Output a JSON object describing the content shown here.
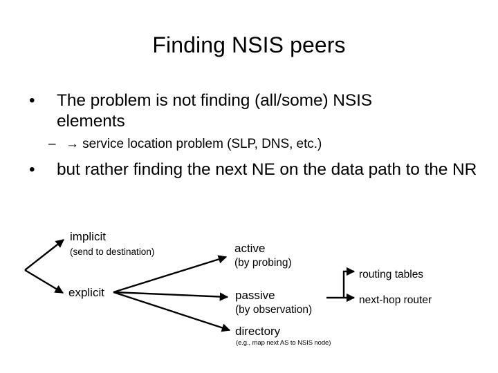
{
  "slide": {
    "title": "Finding NSIS peers",
    "background_color": "#ffffff",
    "text_color": "#000000"
  },
  "body": {
    "bullets": [
      {
        "level": 1,
        "marker": "•",
        "text": "The problem is not finding (all/some) NSIS elements"
      },
      {
        "level": 2,
        "marker": "–",
        "text": "→ service location problem (SLP, DNS, etc.)"
      },
      {
        "level": 1,
        "marker": "•",
        "text": "but rather finding the next NE on the data path to the NR"
      }
    ]
  },
  "diagram": {
    "nodes": [
      {
        "id": "implicit",
        "label": "implicit",
        "size": "big"
      },
      {
        "id": "implicit-note",
        "label": "(send to destination)",
        "size": "sml"
      },
      {
        "id": "explicit",
        "label": "explicit",
        "size": "big"
      },
      {
        "id": "active",
        "label": "active",
        "size": "big"
      },
      {
        "id": "active-note",
        "label": "(by probing)",
        "size": "med"
      },
      {
        "id": "passive",
        "label": "passive",
        "size": "big"
      },
      {
        "id": "passive-note",
        "label": "(by observation)",
        "size": "med"
      },
      {
        "id": "directory",
        "label": "directory",
        "size": "big"
      },
      {
        "id": "directory-note",
        "label": "(e.g., map next AS to NSIS node)",
        "size": "tiny"
      },
      {
        "id": "routing-tables",
        "label": "routing tables",
        "size": "med"
      },
      {
        "id": "next-hop-router",
        "label": "next-hop router",
        "size": "med"
      }
    ],
    "edges": [
      {
        "from": "root",
        "to": "implicit"
      },
      {
        "from": "root",
        "to": "explicit"
      },
      {
        "from": "explicit",
        "to": "active"
      },
      {
        "from": "explicit",
        "to": "passive"
      },
      {
        "from": "explicit",
        "to": "directory"
      },
      {
        "from": "passive",
        "to": "routing-tables"
      },
      {
        "from": "passive",
        "to": "next-hop-router"
      }
    ],
    "stroke_color": "#000000"
  }
}
